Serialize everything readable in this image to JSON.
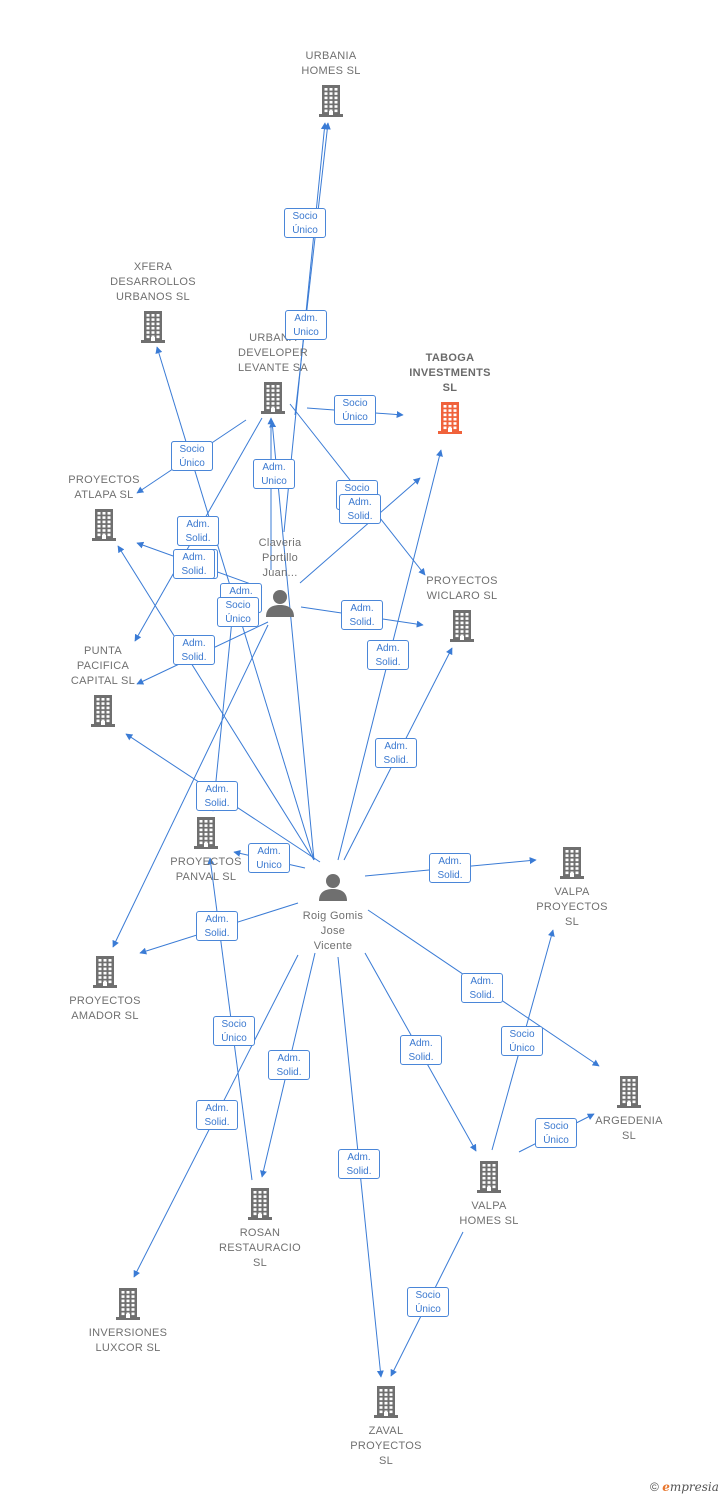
{
  "colors": {
    "edge": "#3a7bd5",
    "company_icon": "#6f6f6f",
    "focus_icon": "#f0623b",
    "person_icon": "#6f6f6f",
    "badge_text": "#3a78cf",
    "badge_border": "#4a86d8",
    "label": "#707070"
  },
  "nodes": [
    {
      "id": "urbania",
      "type": "company",
      "label": "URBANIA\nHOMES  SL",
      "label_pos": "top"
    },
    {
      "id": "xfera",
      "type": "company",
      "label": "XFERA\nDESARROLLOS\nURBANOS SL",
      "label_pos": "top"
    },
    {
      "id": "urbana",
      "type": "company",
      "label": "URBANA\nDEVELOPER\nLEVANTE SA",
      "label_pos": "top"
    },
    {
      "id": "taboga",
      "type": "company",
      "focus": true,
      "label": "TABOGA\nINVESTMENTS\nSL",
      "label_pos": "top"
    },
    {
      "id": "atlapa",
      "type": "company",
      "label": "PROYECTOS\nATLAPA  SL",
      "label_pos": "top"
    },
    {
      "id": "claveria",
      "type": "person",
      "label": "Claveria\nPortillo\nJuan...",
      "label_pos": "top"
    },
    {
      "id": "wiclaro",
      "type": "company",
      "label": "PROYECTOS\nWICLARO  SL",
      "label_pos": "top"
    },
    {
      "id": "punta",
      "type": "company",
      "label": "PUNTA\nPACIFICA\nCAPITAL  SL",
      "label_pos": "top"
    },
    {
      "id": "panval",
      "type": "company",
      "label": "PROYECTOS\nPANVAL  SL",
      "label_pos": "bottom"
    },
    {
      "id": "roig",
      "type": "person",
      "label": "Roig Gomis\nJose\nVicente",
      "label_pos": "bottom"
    },
    {
      "id": "valpa_proy",
      "type": "company",
      "label": "VALPA\nPROYECTOS\nSL",
      "label_pos": "bottom"
    },
    {
      "id": "amador",
      "type": "company",
      "label": "PROYECTOS\nAMADOR  SL",
      "label_pos": "bottom"
    },
    {
      "id": "argedenia",
      "type": "company",
      "label": "ARGEDENIA\nSL",
      "label_pos": "bottom"
    },
    {
      "id": "rosan",
      "type": "company",
      "label": "ROSAN\nRESTAURACIO\nSL",
      "label_pos": "bottom"
    },
    {
      "id": "valpa_homes",
      "type": "company",
      "label": "VALPA\nHOMES  SL",
      "label_pos": "bottom"
    },
    {
      "id": "luxcor",
      "type": "company",
      "label": "INVERSIONES\nLUXCOR  SL",
      "label_pos": "bottom"
    },
    {
      "id": "zaval",
      "type": "company",
      "label": "ZAVAL\nPROYECTOS\nSL",
      "label_pos": "bottom"
    }
  ],
  "edges": [
    {
      "from": "claveria",
      "to": "urbania",
      "label": "Socio\nÚnico"
    },
    {
      "from": "urbana",
      "to": "urbania",
      "label": "Adm.\nUnico"
    },
    {
      "from": "urbana",
      "to": "taboga",
      "label": "Socio\nÚnico"
    },
    {
      "from": "urbana",
      "to": "atlapa",
      "label": "Socio\nÚnico"
    },
    {
      "from": "urbana",
      "to": "punta",
      "label": "Socio\nÚnico"
    },
    {
      "from": "urbana",
      "to": "wiclaro",
      "label": "Socio\nÚnico"
    },
    {
      "from": "claveria",
      "to": "urbana",
      "label": "Adm.\nUnico"
    },
    {
      "from": "claveria",
      "to": "taboga",
      "label": "Adm.\nSolid."
    },
    {
      "from": "claveria",
      "to": "wiclaro",
      "label": "Adm.\nSolid."
    },
    {
      "from": "claveria",
      "to": "atlapa",
      "label": "Adm.\nSolid."
    },
    {
      "from": "claveria",
      "to": "punta",
      "label": "Adm.\nSolid."
    },
    {
      "from": "claveria",
      "to": "panval",
      "label": "Adm.\nSolid."
    },
    {
      "from": "claveria",
      "to": "amador",
      "label": "Socio\nÚnico"
    },
    {
      "from": "roig",
      "to": "xfera",
      "label": "Socio\nÚnico"
    },
    {
      "from": "roig",
      "to": "urbana",
      "label": "Adm.\nSolid."
    },
    {
      "from": "roig",
      "to": "atlapa",
      "label": "Adm.\nSolid."
    },
    {
      "from": "roig",
      "to": "taboga",
      "label": "Adm.\nSolid."
    },
    {
      "from": "roig",
      "to": "wiclaro",
      "label": "Adm.\nSolid."
    },
    {
      "from": "roig",
      "to": "punta",
      "label": "Adm.\nSolid."
    },
    {
      "from": "roig",
      "to": "panval",
      "label": "Adm.\nUnico"
    },
    {
      "from": "roig",
      "to": "valpa_proy",
      "label": "Adm.\nSolid."
    },
    {
      "from": "roig",
      "to": "amador",
      "label": "Adm.\nSolid."
    },
    {
      "from": "roig",
      "to": "argedenia",
      "label": "Adm.\nSolid."
    },
    {
      "from": "roig",
      "to": "rosan",
      "label": "Adm.\nSolid."
    },
    {
      "from": "roig",
      "to": "valpa_homes",
      "label": "Adm.\nSolid."
    },
    {
      "from": "roig",
      "to": "luxcor",
      "label": "Adm.\nSolid."
    },
    {
      "from": "roig",
      "to": "zaval",
      "label": "Adm.\nSolid."
    },
    {
      "from": "rosan",
      "to": "panval",
      "label": "Socio\nÚnico"
    },
    {
      "from": "valpa_homes",
      "to": "valpa_proy",
      "label": "Socio\nÚnico"
    },
    {
      "from": "valpa_homes",
      "to": "argedenia",
      "label": "Socio\nÚnico"
    },
    {
      "from": "valpa_homes",
      "to": "zaval",
      "label": "Socio\nÚnico"
    }
  ],
  "footer": {
    "copyright": "©",
    "brand_initial": "e",
    "brand_rest": "mpresia"
  }
}
